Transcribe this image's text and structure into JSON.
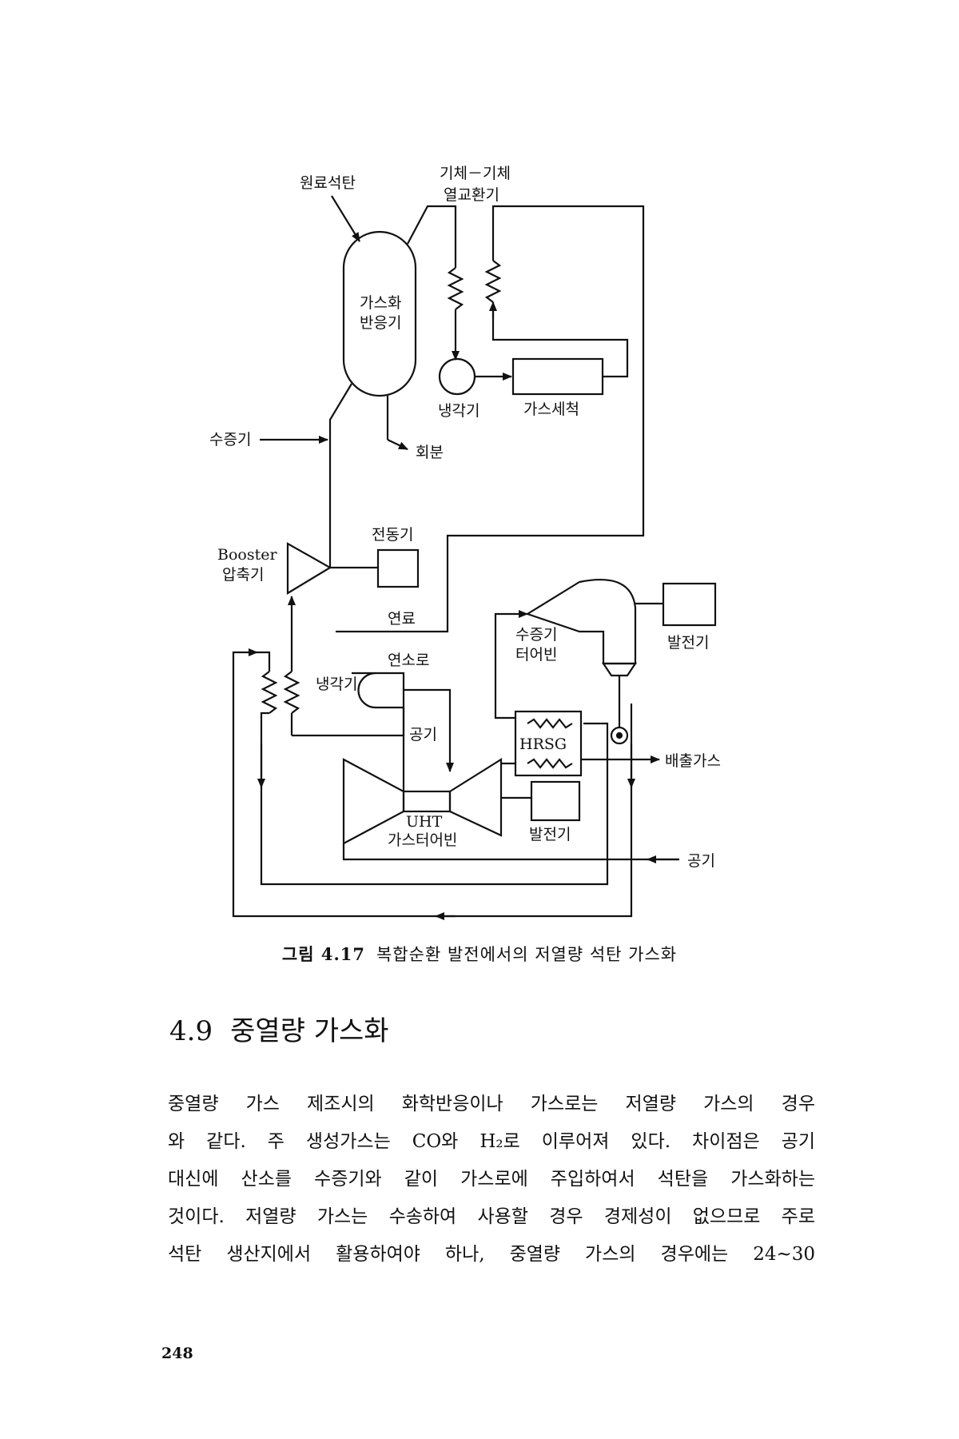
{
  "diagram": {
    "labels": {
      "feed_coal": "원료석탄",
      "gas_heat_exchanger_line1": "기체－기체",
      "gas_heat_exchanger_line2": "열교환기",
      "gasifier_line1": "가스화",
      "gasifier_line2": "반응기",
      "steam_in": "수증기",
      "ash": "회분",
      "cooler_top": "냉각기",
      "gas_cleaning": "가스세척",
      "booster_line1": "Booster",
      "booster_line2": "압축기",
      "motor": "전동기",
      "fuel": "연료",
      "combustor": "연소로",
      "cooler_left": "냉각기",
      "steam_turbine_line1": "수증기",
      "steam_turbine_line2": "터어빈",
      "generator_top": "발전기",
      "air_combustor": "공기",
      "hrsg": "HRSG",
      "exhaust": "배출가스",
      "uht": "UHT",
      "gas_turbine": "가스터어빈",
      "generator_bottom": "발전기",
      "air_in": "공기"
    }
  },
  "caption": {
    "figure_no": "그림 4.17",
    "text": "복합순환 발전에서의 저열량 석탄 가스화"
  },
  "section": {
    "number": "4.9",
    "title": "중열량 가스화"
  },
  "body_lines": [
    "중열량 가스 제조시의 화학반응이나 가스로는 저열량 가스의 경우",
    "와 같다. 주 생성가스는 CO와 H₂로 이루어져 있다. 차이점은 공기",
    "대신에 산소를 수증기와 같이 가스로에 주입하여서 석탄을 가스화하는",
    "것이다. 저열량 가스는 수송하여 사용할 경우 경제성이 없으므로 주로",
    "석탄 생산지에서 활용하여야 하나, 중열량 가스의 경우에는 24~30"
  ],
  "page_number": "248"
}
